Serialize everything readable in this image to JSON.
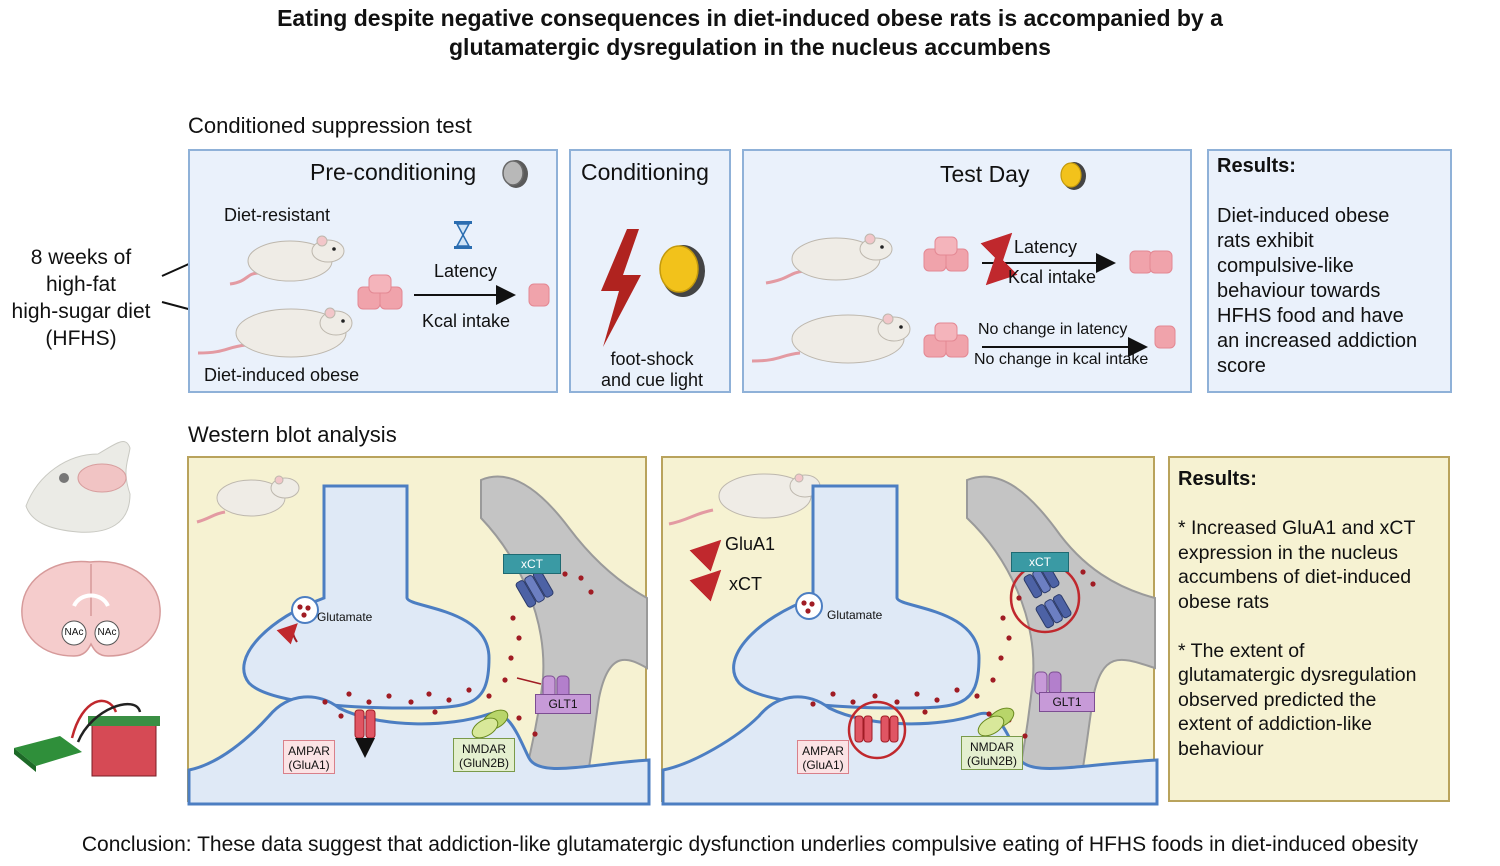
{
  "title_line1": "Eating despite negative consequences in diet-induced obese rats is accompanied by a",
  "title_line2": "glutamatergic dysregulation in the nucleus accumbens",
  "left_diet_label": "8 weeks of\nhigh-fat\nhigh-sugar diet\n(HFHS)",
  "section1_label": "Conditioned suppression test",
  "preconditioning": {
    "header": "Pre-conditioning",
    "diet_resistant": "Diet-resistant",
    "diet_induced_obese": "Diet-induced obese",
    "latency": "Latency",
    "kcal_intake": "Kcal intake"
  },
  "conditioning": {
    "header": "Conditioning",
    "caption": "foot-shock\nand cue light"
  },
  "test_day": {
    "header": "Test Day",
    "latency": "Latency",
    "kcal_intake": "Kcal intake",
    "no_change_latency": "No change in latency",
    "no_change_kcal": "No change in kcal intake"
  },
  "results1": {
    "title": "Results:",
    "body": "Diet-induced obese\nrats exhibit\ncompulsive-like\nbehaviour towards\nHFHS food and have\nan increased addiction\nscore"
  },
  "section2_label": "Western blot analysis",
  "nac_label": "NAc",
  "synapse": {
    "glutamate": "Glutamate",
    "xct": "xCT",
    "glt1": "GLT1",
    "ampar": "AMPAR\n(GluA1)",
    "nmdar": "NMDAR\n(GluN2B)",
    "glua1_up": "GluA1",
    "xct_up": "xCT"
  },
  "results2": {
    "title": "Results:",
    "body": "* Increased GluA1 and xCT\nexpression in the nucleus\naccumbens of diet-induced\nobese rats\n\n* The extent of\nglutamatergic dysregulation\nobserved predicted the\nextent of addiction-like\nbehaviour"
  },
  "conclusion": "Conclusion: These data suggest that addiction-like glutamatergic dysfunction underlies compulsive eating of HFHS foods in diet-induced obesity",
  "colors": {
    "panel_blue_bg": "#eaf1fb",
    "panel_blue_border": "#8fb1d8",
    "panel_yellow_bg": "#f6f2d2",
    "panel_yellow_border": "#b9a35c",
    "food": "#f0a3ab",
    "lightning": "#b0231f",
    "cue_light": "#f2c21b",
    "arrow_red": "#c0282d",
    "glial": "#c4c4c4",
    "neuron": "#dfe9f6",
    "xct_tag": "#3a9aa4",
    "glt1_tag": "#c79ad8"
  }
}
